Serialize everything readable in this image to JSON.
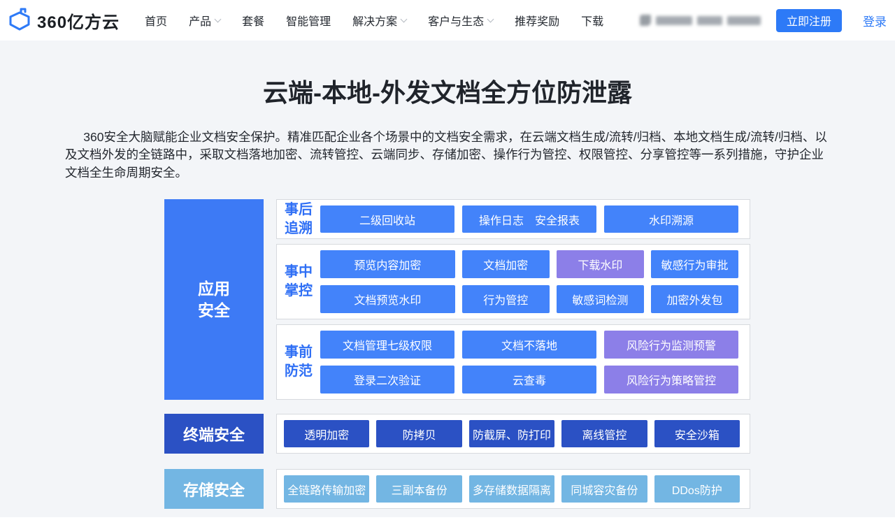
{
  "colors": {
    "primary_blue": "#2d7af7",
    "chip_blue": "#4383fa",
    "chip_purple": "#8c7fe8",
    "chip_dark_blue": "#2b51c4",
    "chip_light_blue": "#73b6e3",
    "section_bg": "#f3f5f8",
    "group_label_blue": "#2f6ff5"
  },
  "header": {
    "logo_text": "360亿方云",
    "nav": [
      {
        "label": "首页"
      },
      {
        "label": "产品"
      },
      {
        "label": "套餐"
      },
      {
        "label": "智能管理"
      },
      {
        "label": "解决方案"
      },
      {
        "label": "客户与生态"
      },
      {
        "label": "推荐奖励"
      },
      {
        "label": "下载"
      }
    ],
    "register_label": "立即注册",
    "login_label": "登录"
  },
  "hero": {
    "title": "云端-本地-外发文档全方位防泄露",
    "description": "360安全大脑赋能企业文档安全保护。精准匹配企业各个场景中的文档安全需求，在云端文档生成/流转/归档、本地文档生成/流转/归档、以及文档外发的全链路中，采取文档落地加密、流转管控、云端同步、存储加密、操作行为管控、权限管控、分享管控等一系列措施，守护企业文档全生命周期安全。"
  },
  "diagram": {
    "categories": {
      "app": "应用安全",
      "terminal": "终端安全",
      "storage": "存储安全"
    },
    "groups": [
      {
        "label": "事后追溯",
        "rows": [
          [
            "二级回收站",
            "操作日志　安全报表",
            "水印溯源"
          ]
        ]
      },
      {
        "label": "事中掌控",
        "rows": [
          [
            "预览内容加密",
            "文档加密",
            "下载水印",
            "敏感行为审批"
          ],
          [
            "文档预览水印",
            "行为管控",
            "敏感词检测",
            "加密外发包"
          ]
        ]
      },
      {
        "label": "事前防范",
        "rows": [
          [
            "文档管理七级权限",
            "文档不落地",
            "风险行为监测预警"
          ],
          [
            "登录二次验证",
            "云查毒",
            "风险行为策略管控"
          ]
        ]
      }
    ],
    "terminal_row": [
      "透明加密",
      "防拷贝",
      "防截屏、防打印",
      "离线管控",
      "安全沙箱"
    ],
    "storage_row": [
      "全链路传输加密",
      "三副本备份",
      "多存储数据隔离",
      "同城容灾备份",
      "DDos防护"
    ]
  }
}
